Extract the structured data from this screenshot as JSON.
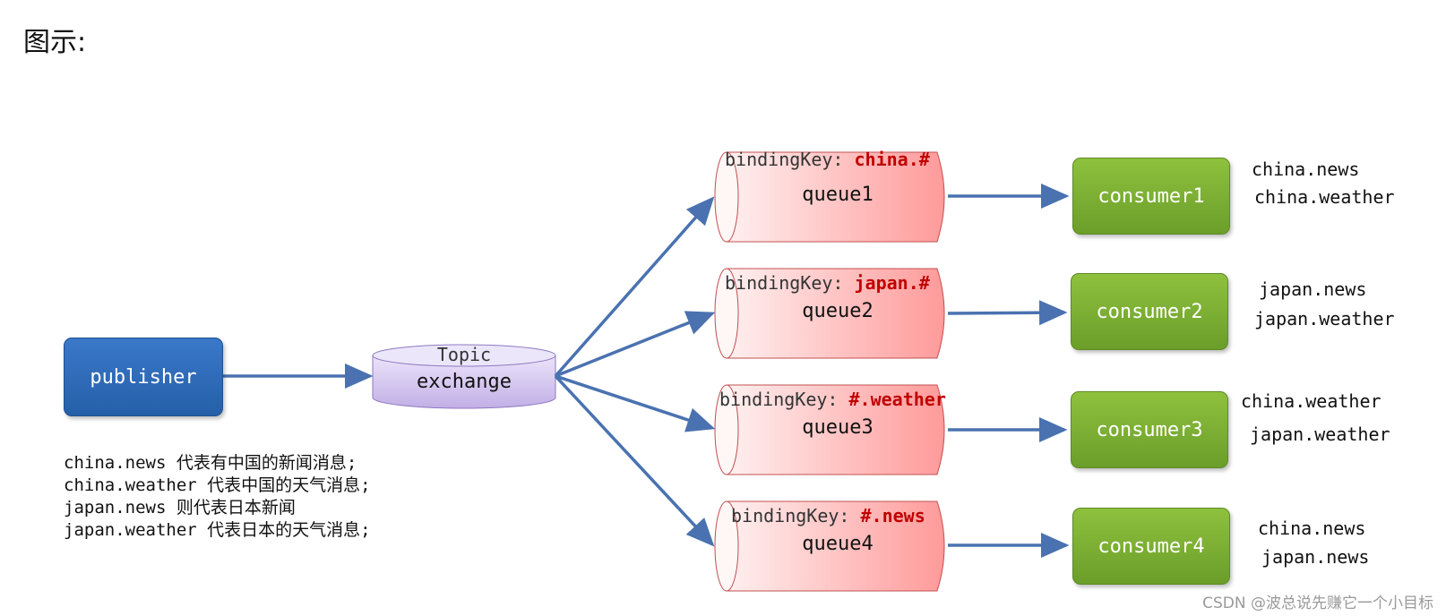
{
  "title": "图示:",
  "publisher": "publisher",
  "exchange": {
    "type": "Topic",
    "name": "exchange"
  },
  "binding_prefix": "bindingKey: ",
  "queues": [
    {
      "name": "queue1",
      "key": "china.#"
    },
    {
      "name": "queue2",
      "key": "japan.#"
    },
    {
      "name": "queue3",
      "key": "#.weather"
    },
    {
      "name": "queue4",
      "key": "#.news"
    }
  ],
  "consumers": [
    {
      "name": "consumer1",
      "routes": [
        "china.news",
        "china.weather"
      ]
    },
    {
      "name": "consumer2",
      "routes": [
        "japan.news",
        "japan.weather"
      ]
    },
    {
      "name": "consumer3",
      "routes": [
        "china.weather",
        "japan.weather"
      ]
    },
    {
      "name": "consumer4",
      "routes": [
        "china.news",
        "japan.news"
      ]
    }
  ],
  "legend": [
    "china.news 代表有中国的新闻消息;",
    "china.weather 代表中国的天气消息;",
    "japan.news 则代表日本新闻",
    "japan.weather 代表日本的天气消息;"
  ],
  "watermark": "CSDN @波总说先赚它一个小目标",
  "colors": {
    "publisher": "#2e6bbd",
    "consumer": "#7aad33",
    "queue_end": "#ff9a9a",
    "exchange": "#c8b6ea",
    "arrow": "#4a72b0",
    "key": "#c00000"
  }
}
